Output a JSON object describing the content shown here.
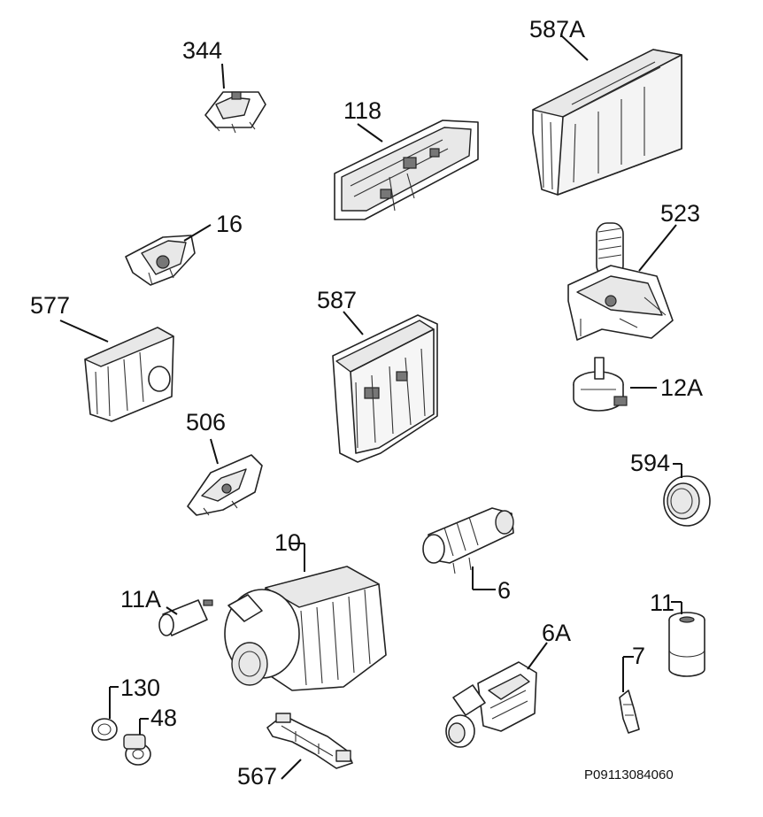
{
  "drawing_code": "P09113084060",
  "parts": [
    {
      "id": "p344",
      "label": "344"
    },
    {
      "id": "p118",
      "label": "118"
    },
    {
      "id": "p587A",
      "label": "587A"
    },
    {
      "id": "p16",
      "label": "16"
    },
    {
      "id": "p523",
      "label": "523"
    },
    {
      "id": "p577",
      "label": "577"
    },
    {
      "id": "p587",
      "label": "587"
    },
    {
      "id": "p12A",
      "label": "12A"
    },
    {
      "id": "p506",
      "label": "506"
    },
    {
      "id": "p594",
      "label": "594"
    },
    {
      "id": "p6",
      "label": "6"
    },
    {
      "id": "p10",
      "label": "10"
    },
    {
      "id": "p11A",
      "label": "11A"
    },
    {
      "id": "p11",
      "label": "11"
    },
    {
      "id": "p6A",
      "label": "6A"
    },
    {
      "id": "p7",
      "label": "7"
    },
    {
      "id": "p130",
      "label": "130"
    },
    {
      "id": "p48",
      "label": "48"
    },
    {
      "id": "p567",
      "label": "567"
    }
  ]
}
